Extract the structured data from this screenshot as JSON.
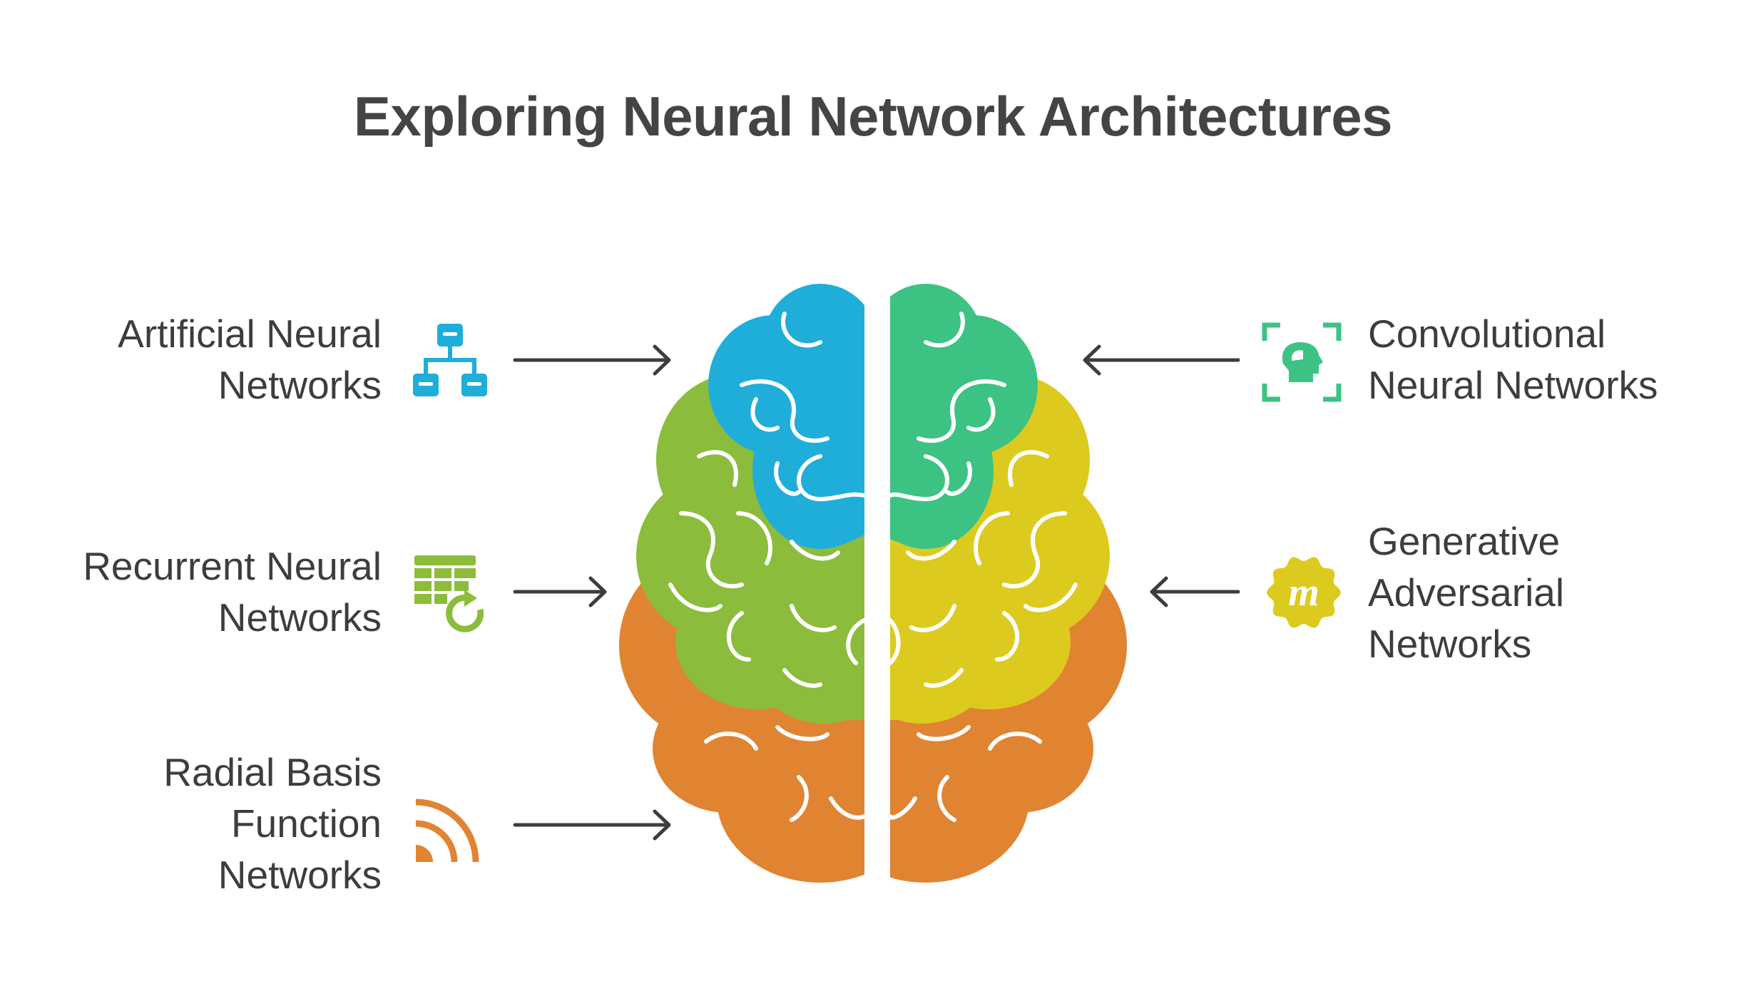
{
  "title": "Exploring Neural Network Architectures",
  "items": [
    {
      "lines": [
        "Artificial Neural",
        "Networks"
      ],
      "icon": "hierarchy-network-icon",
      "color": "#1faed9",
      "side": "left"
    },
    {
      "lines": [
        "Recurrent Neural",
        "Networks"
      ],
      "icon": "table-refresh-icon",
      "color": "#8cbc3c",
      "side": "left"
    },
    {
      "lines": [
        "Radial Basis",
        "Function",
        "Networks"
      ],
      "icon": "radial-waves-icon",
      "color": "#e08432",
      "side": "left"
    },
    {
      "lines": [
        "Convolutional",
        "Neural Networks"
      ],
      "icon": "head-scan-icon",
      "color": "#3cc383",
      "side": "right"
    },
    {
      "lines": [
        "Generative",
        "Adversarial",
        "Networks"
      ],
      "icon": "m-badge-icon",
      "color": "#dccb1e",
      "side": "right"
    }
  ],
  "brain_colors": {
    "left_top": "#1faed9",
    "left_middle": "#8cbc3c",
    "left_bottom": "#e08432",
    "right_top": "#3cc383",
    "right_middle": "#dccb1e",
    "right_bottom": "#e08432"
  }
}
